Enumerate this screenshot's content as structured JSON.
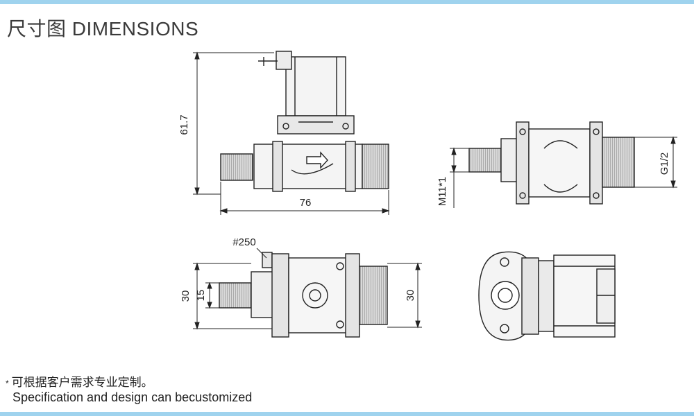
{
  "title": "尺寸图 DIMENSIONS",
  "labels": {
    "height": "61.7",
    "length": "76",
    "thread_inlet": "M11*1",
    "thread_outlet": "G1/2",
    "terminal": "#250",
    "width_left": "30",
    "inner_width": "15",
    "width_right": "30"
  },
  "notes": {
    "star": "*",
    "line1": "可根据客户需求专业定制。",
    "line2": "Specification and design can becustomized"
  },
  "colors": {
    "accent_bar": "#9fd3ee",
    "line": "#222222"
  }
}
